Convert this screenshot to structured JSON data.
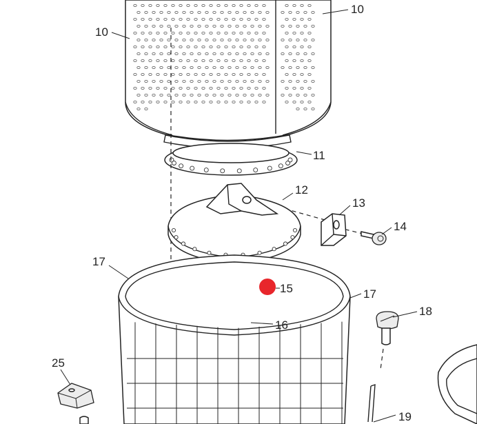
{
  "callouts": [
    {
      "id": "c10a",
      "text": "10"
    },
    {
      "id": "c10b",
      "text": "10"
    },
    {
      "id": "c11",
      "text": "11"
    },
    {
      "id": "c12",
      "text": "12"
    },
    {
      "id": "c13",
      "text": "13"
    },
    {
      "id": "c14",
      "text": "14"
    },
    {
      "id": "c15",
      "text": "15"
    },
    {
      "id": "c16",
      "text": "16"
    },
    {
      "id": "c17a",
      "text": "17"
    },
    {
      "id": "c17b",
      "text": "17"
    },
    {
      "id": "c18",
      "text": "18"
    },
    {
      "id": "c19",
      "text": "19"
    },
    {
      "id": "c25",
      "text": "25"
    }
  ],
  "marker": {
    "color": "#e8262b"
  }
}
